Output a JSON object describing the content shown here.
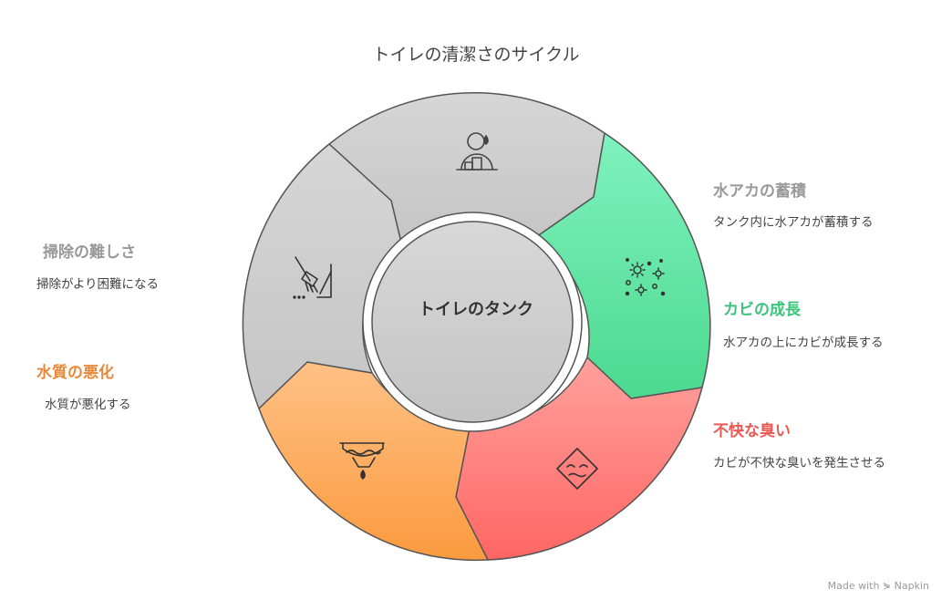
{
  "title": "トイレの清潔さのサイクル",
  "center_label": "トイレのタンク",
  "segments": [
    {
      "id": "accumulation",
      "title": "水アカの蓄積",
      "description": "タンク内に水アカが蓄積する",
      "color": "#5ee0a0",
      "title_color": "#999999",
      "icon": "person-water-drop-icon"
    },
    {
      "id": "mold",
      "title": "カビの成長",
      "description": "水アカの上にカビが成長する",
      "color": "#52d990",
      "title_color": "#3cc47c",
      "icon": "mold-spores-icon"
    },
    {
      "id": "odor",
      "title": "不快な臭い",
      "description": "カビが不快な臭いを発生させる",
      "color": "#ff7b78",
      "title_color": "#e85a55",
      "icon": "smell-warning-icon"
    },
    {
      "id": "water-quality",
      "title": "水質の悪化",
      "description": "水質が悪化する",
      "color": "#fda455",
      "title_color": "#e8893a",
      "icon": "water-drip-icon"
    },
    {
      "id": "cleaning",
      "title": "掃除の難しさ",
      "description": "掃除がより困難になる",
      "color": "#cfcfcf",
      "title_color": "#999999",
      "icon": "broom-icon"
    }
  ],
  "footer": "Made with ⋟ Napkin"
}
